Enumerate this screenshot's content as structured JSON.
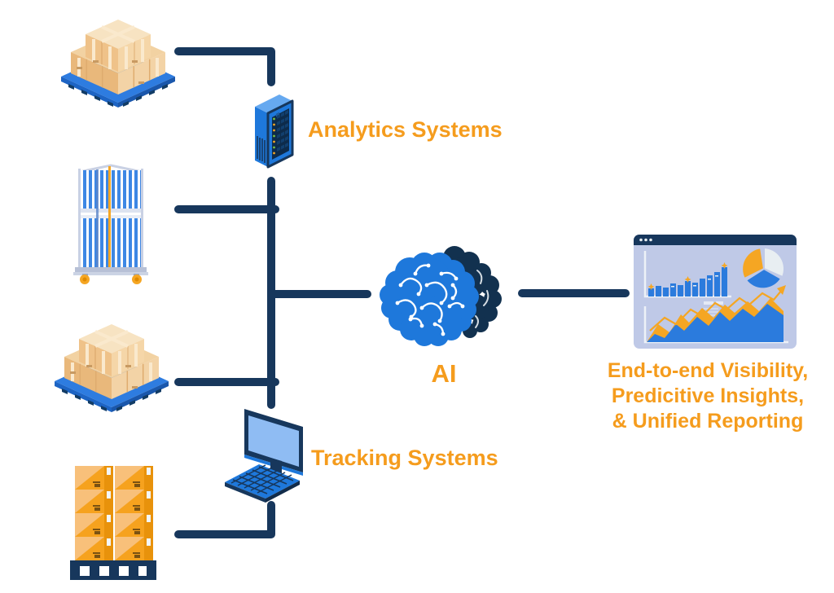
{
  "labels": {
    "analytics": "Analytics Systems",
    "tracking": "Tracking Systems",
    "ai": "AI",
    "outcome": {
      "line1": "End-to-end Visibility,",
      "line2": "Predicitive Insights,",
      "line3": "& Unified Reporting"
    }
  },
  "icons": {
    "source_top": "pallet-boxes-icon",
    "source_second": "roll-cage-icon",
    "source_third": "pallet-boxes-icon",
    "source_bottom": "stacked-boxes-icon",
    "analytics": "server-icon",
    "tracking": "desktop-computer-icon",
    "center": "ai-brain-icon",
    "output": "dashboard-icon"
  },
  "colors": {
    "accent_orange": "#F59C1D",
    "line_navy": "#17375C",
    "bright_blue": "#1E78DB",
    "light_blue": "#8FBCF3",
    "dashboard_bg": "#BFC9E7",
    "box_tan": "#EFC289",
    "box_orange": "#F5A21E",
    "pallet_blue": "#2E7CE0"
  }
}
